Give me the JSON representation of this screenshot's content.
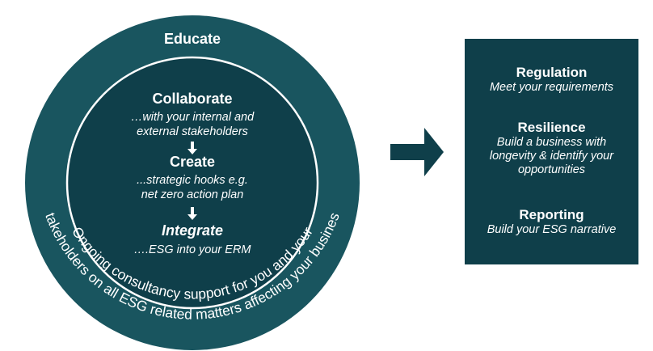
{
  "colors": {
    "outer_ring": "#19555f",
    "inner_circle": "#0f3f4a",
    "box": "#0f3f4a",
    "arrow": "#0f3f4a",
    "text": "#ffffff"
  },
  "circle": {
    "outer_label": "Educate",
    "ring_text_line1": "Ongoing consultancy support for you and your",
    "ring_text_line2": "stakeholders on all ESG related matters affecting your business",
    "steps": [
      {
        "title": "Collaborate",
        "desc_line1": "…with your internal and",
        "desc_line2": "external stakeholders"
      },
      {
        "title": "Create",
        "desc_line1": "...strategic hooks e.g.",
        "desc_line2": "net zero action plan"
      },
      {
        "title": "Integrate",
        "desc_line1": "….ESG into your ERM"
      }
    ],
    "down_arrow_icon": "arrow-down-icon"
  },
  "connector_icon": "arrow-right-icon",
  "outcomes": [
    {
      "title": "Regulation",
      "desc_line1": "Meet your requirements"
    },
    {
      "title": "Resilience",
      "desc_line1": "Build a business with",
      "desc_line2": "longevity & identify your",
      "desc_line3": "opportunities"
    },
    {
      "title": "Reporting",
      "desc_line1": "Build your ESG narrative"
    }
  ]
}
